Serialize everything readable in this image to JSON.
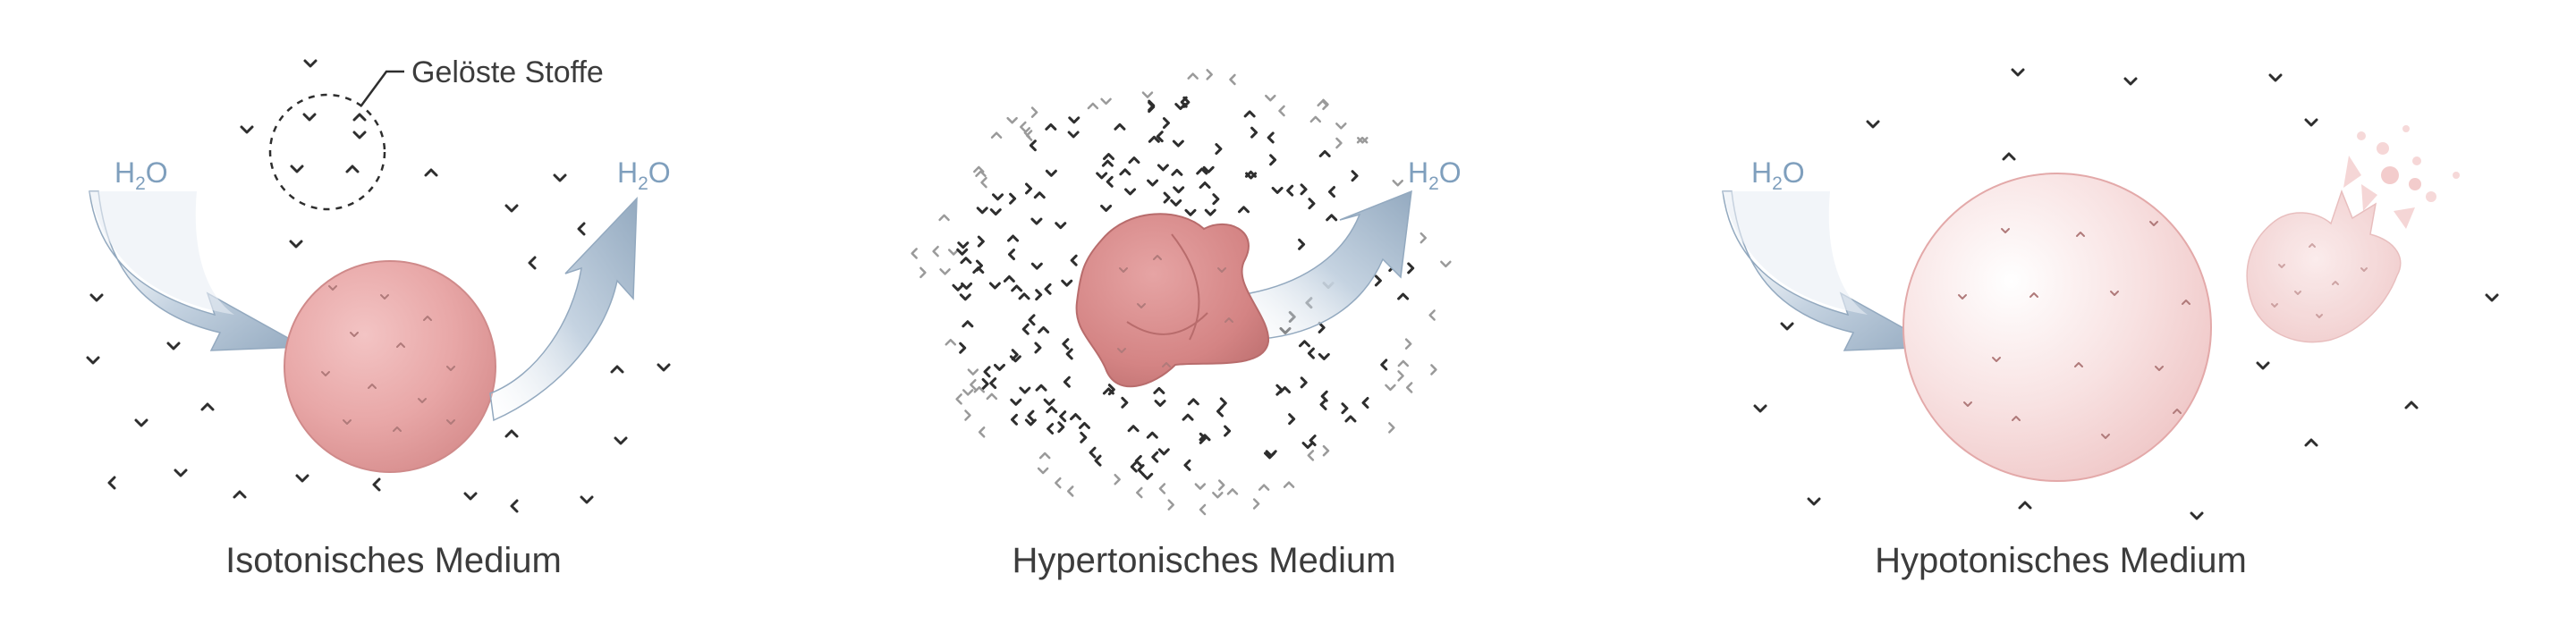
{
  "callout": {
    "label": "Gelöste Stoffe"
  },
  "water": {
    "main": "H",
    "sub": "2",
    "tail": "O"
  },
  "panels": [
    {
      "id": "isotonic",
      "caption": "Isotonisches Medium"
    },
    {
      "id": "hypertonic",
      "caption": "Hypertonisches Medium"
    },
    {
      "id": "hypotonic",
      "caption": "Hypotonisches Medium"
    }
  ],
  "colors": {
    "caption_text": "#3c3c3c",
    "water_label": "#7f9fbd",
    "arrow": "#9fb3c8",
    "cell_isotonic": "#e6a2a2",
    "cell_hypertonic": "#d98b8b",
    "cell_hypotonic": "#f6d9d9",
    "solute": "#2e2e2e"
  },
  "icons": {
    "solute": "chevron-mark",
    "water_flow": "curved-arrow"
  }
}
